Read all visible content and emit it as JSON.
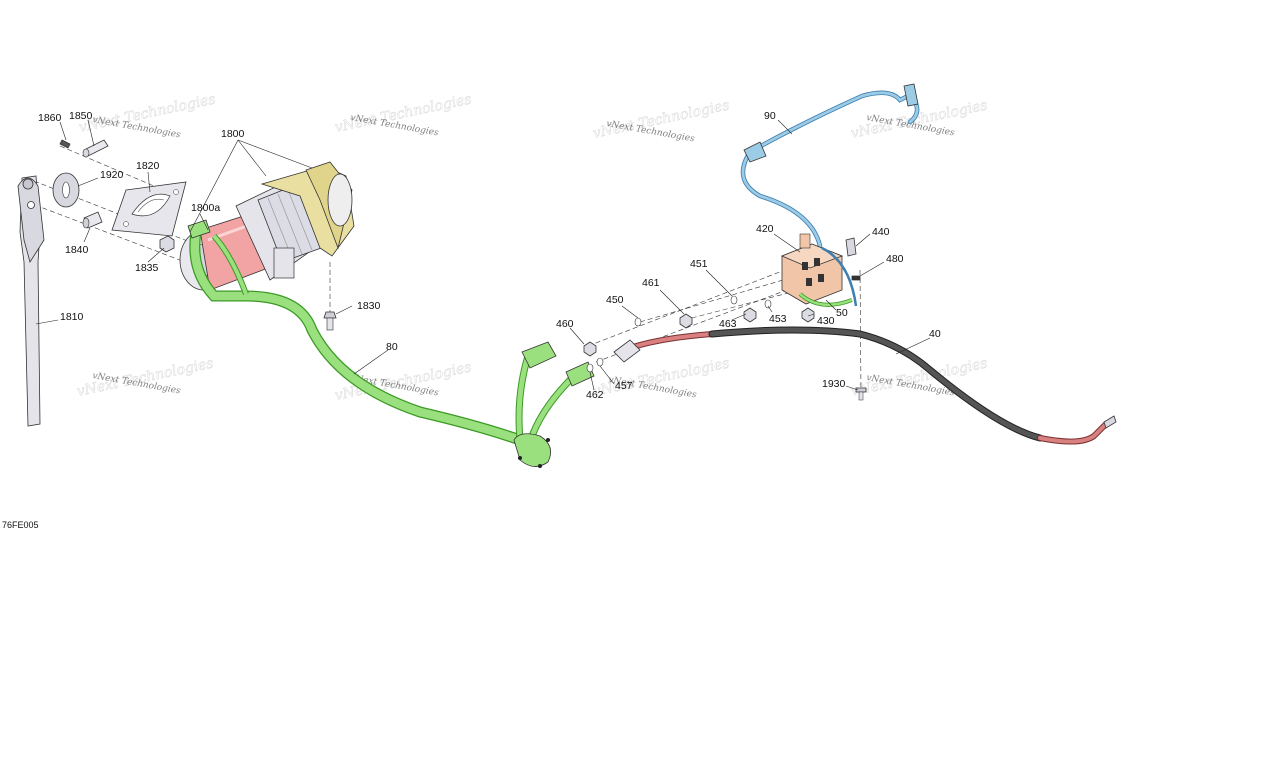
{
  "figure_code": "76FE005",
  "watermark_text": "vNext Technologies",
  "colors": {
    "harness_green": "#9be07e",
    "harness_green_dark": "#3a9a24",
    "cable_dark": "#555555",
    "cable_red": "#d98080",
    "wire_blue": "#9ccbe6",
    "wire_blue_dark": "#3c7fb0",
    "winch_yellow": "#e9dfa0",
    "motor_red": "#f2a3a3",
    "contactor_peach": "#f1c6a8",
    "metal_grey": "#e4e4ea"
  },
  "callouts": [
    {
      "id": "1860",
      "label": "1860"
    },
    {
      "id": "1850",
      "label": "1850"
    },
    {
      "id": "1920",
      "label": "1920"
    },
    {
      "id": "1820",
      "label": "1820"
    },
    {
      "id": "1840",
      "label": "1840"
    },
    {
      "id": "1835",
      "label": "1835"
    },
    {
      "id": "1810",
      "label": "1810"
    },
    {
      "id": "1800",
      "label": "1800"
    },
    {
      "id": "1800a",
      "label": "1800a"
    },
    {
      "id": "1830",
      "label": "1830"
    },
    {
      "id": "80",
      "label": "80"
    },
    {
      "id": "460",
      "label": "460"
    },
    {
      "id": "462",
      "label": "462"
    },
    {
      "id": "457",
      "label": "457"
    },
    {
      "id": "450",
      "label": "450"
    },
    {
      "id": "461",
      "label": "461"
    },
    {
      "id": "451",
      "label": "451"
    },
    {
      "id": "463",
      "label": "463"
    },
    {
      "id": "453",
      "label": "453"
    },
    {
      "id": "430",
      "label": "430"
    },
    {
      "id": "50",
      "label": "50"
    },
    {
      "id": "420",
      "label": "420"
    },
    {
      "id": "440",
      "label": "440"
    },
    {
      "id": "480",
      "label": "480"
    },
    {
      "id": "90",
      "label": "90"
    },
    {
      "id": "40",
      "label": "40"
    },
    {
      "id": "1930",
      "label": "1930"
    }
  ]
}
